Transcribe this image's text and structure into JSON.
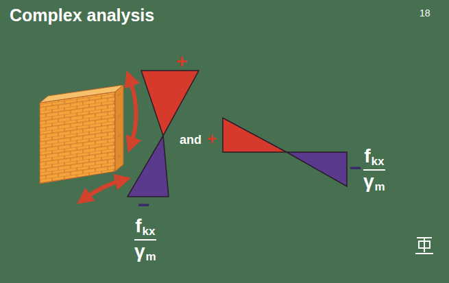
{
  "diagram": {
    "title": "Complex analysis",
    "labels": [
      "18",
      "+",
      "and",
      "+",
      "−",
      "f",
      "kx",
      "γ",
      "m",
      "−",
      "f",
      "kx",
      "γ",
      "m"
    ]
  }
}
